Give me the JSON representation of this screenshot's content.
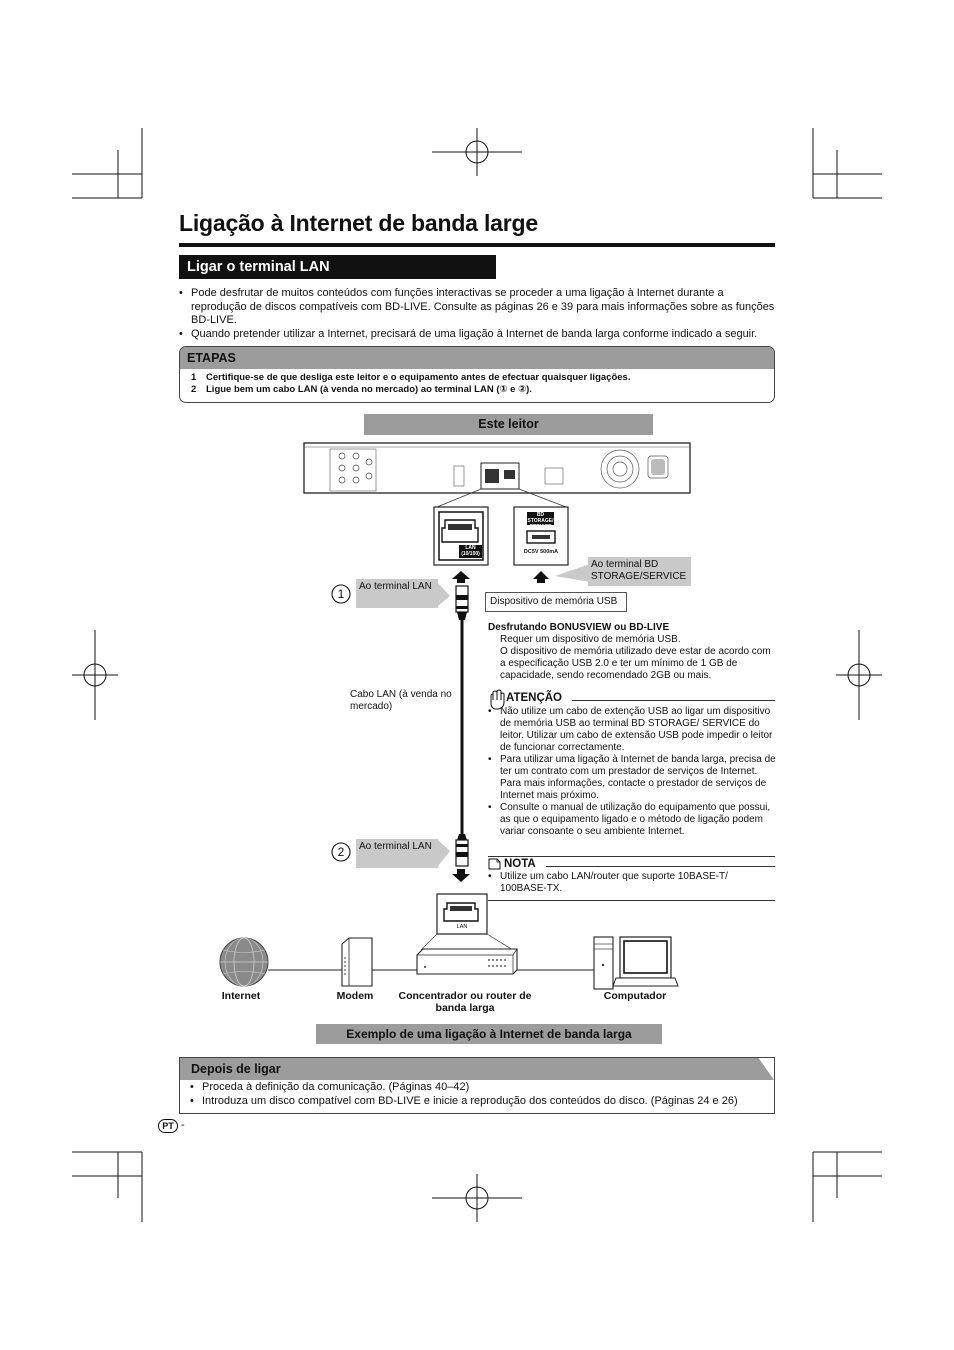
{
  "page": {
    "title": "Ligação à Internet de banda large",
    "section_title": "Ligar o terminal LAN",
    "intro_bullets": [
      "Pode desfrutar de muitos conteúdos com funções interactivas se proceder a uma ligação à Internet durante a reprodução de discos compatíveis com BD-LIVE. Consulte as páginas 26 e 39 para mais informações sobre as funções BD-LIVE.",
      "Quando pretender utilizar a Internet, precisará de uma ligação à Internet de banda larga conforme indicado a seguir."
    ]
  },
  "etapas": {
    "heading": "ETAPAS",
    "steps": [
      {
        "num": "1",
        "text": "Certifique-se de que desliga este leitor e o equipamento antes de efectuar quaisquer ligações."
      },
      {
        "num": "2",
        "text": "Ligue bem um cabo LAN (à venda no mercado) ao terminal LAN (① e ②)."
      }
    ]
  },
  "diagram": {
    "player_label": "Este leitor",
    "lan_port_label": "LAN (10/100)",
    "bd_storage_port_label": "BD STORAGE/ SERVICE",
    "bd_storage_power": "DC5V 500mA",
    "callout_1_num": "①",
    "callout_2_num": "②",
    "callout_1_text": "Ao terminal LAN",
    "callout_2_text": "Ao terminal LAN",
    "callout_bd_text": "Ao terminal BD STORAGE/SERVICE",
    "usb_device": "Dispositivo de memória USB",
    "cable_label": "Cabo LAN (à venda no mercado)",
    "router_port_label": "LAN",
    "devices": {
      "internet": "Internet",
      "modem": "Modem",
      "router": "Concentrador ou router de banda larga",
      "computer": "Computador"
    },
    "example_caption": "Exemplo de uma ligação à Internet de banda larga"
  },
  "bonus": {
    "title": "Desfrutando BONUSVIEW ou BD-LIVE",
    "line1": "Requer um dispositivo de memória USB.",
    "line2": "O dispositivo de memória utilizado deve estar de acordo com a especificação USB 2.0 e ter um mínimo de 1 GB de capacidade, sendo recomendado 2GB ou mais."
  },
  "atencao": {
    "heading": "ATENÇÃO",
    "bullets": [
      "Não utilize um cabo de extenção USB ao ligar um dispositivo de memória USB ao terminal BD STORAGE/ SERVICE do leitor. Utilizar um cabo de extensão USB pode impedir o leitor de funcionar correctamente.",
      "Para utilizar uma ligação à Internet de banda larga, precisa de ter um contrato com um prestador de serviços de Internet. Para mais informações, contacte o prestador de serviços de Internet mais próximo.",
      "Consulte o manual de utilização do equipamento que possui, as que o equipamento ligado e o método de ligação podem variar consoante o seu ambiente Internet."
    ]
  },
  "nota": {
    "heading": "NOTA",
    "bullets": [
      "Utilize um cabo LAN/router que suporte 10BASE-T/ 100BASE-TX."
    ]
  },
  "depois": {
    "heading": "Depois de ligar",
    "bullets": [
      "Proceda à definição da comunicação. (Páginas 40–42)",
      "Introduza um disco compatível com BD-LIVE e inicie a reprodução dos conteúdos do disco. (Páginas 24 e 26)"
    ]
  },
  "footer": {
    "lang_badge": "PT",
    "page_suffix": "-"
  }
}
